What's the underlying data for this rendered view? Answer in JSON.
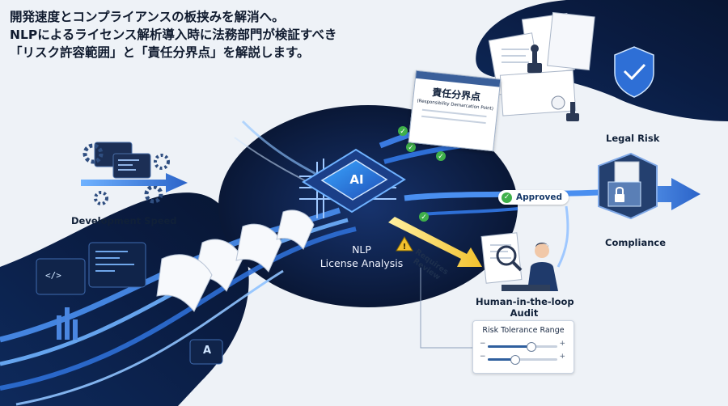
{
  "headline": {
    "line1": "開発速度とコンプライアンスの板挟みを解消へ。",
    "line2": "NLPによるライセンス解析導入時に法務部門が検証すべき",
    "line3": "「リスク許容範囲」と「責任分界点」を解説します。"
  },
  "labels": {
    "development_speed": "Development Speed",
    "nlp_line1": "NLP",
    "nlp_line2": "License Analysis",
    "chip": "AI",
    "legal_risk": "Legal Risk",
    "compliance": "Compliance",
    "approved": "Approved",
    "requires_line1": "Requires",
    "requires_line2": "Review",
    "hitl_line1": "Human-in-the-loop",
    "hitl_line2": "Audit",
    "responsibility_title": "責任分界点",
    "responsibility_sub": "(Responsibility Demarcation Point)",
    "code_tag": "</>",
    "doc_letter": "A"
  },
  "risk_panel": {
    "title": "Risk Tolerance Range",
    "slider1_value": 0.62,
    "slider2_value": 0.38,
    "minus": "−",
    "plus": "+"
  },
  "colors": {
    "navy": "#0b1b3d",
    "deep": "#07122b",
    "blue": "#2f6fd6",
    "light_blue": "#8fc3ff",
    "green": "#3fb04a",
    "yellow": "#f2c12e",
    "background": "#eef2f7"
  },
  "icons": [
    "gear-icon",
    "monitor-icon",
    "document-icon",
    "stamp-icon",
    "shield-check-icon",
    "folder-lock-icon",
    "magnifier-icon",
    "person-icon",
    "warning-icon",
    "check-icon"
  ]
}
